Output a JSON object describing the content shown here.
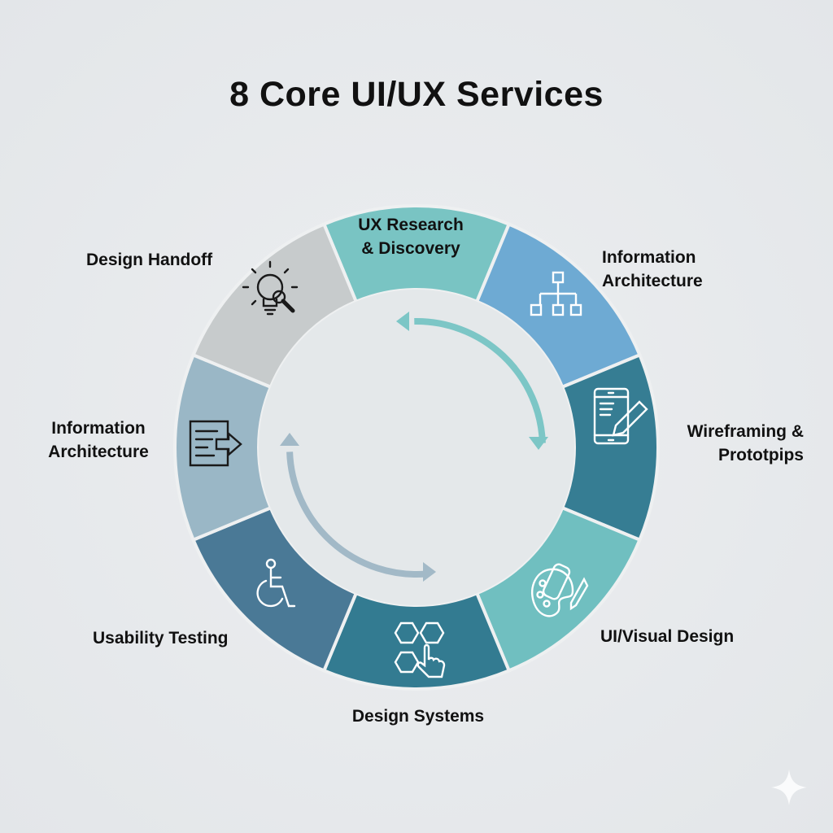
{
  "title": "8 Core UI/UX Services",
  "segments": [
    {
      "lines": [
        "UX Research",
        "& Discovery"
      ],
      "icon": "none",
      "color": "#79c4c3"
    },
    {
      "lines": [
        "Information",
        "Architecture"
      ],
      "icon": "sitemap-icon",
      "color": "#6eaad3"
    },
    {
      "lines": [
        "Wireframing &",
        "Prototpips"
      ],
      "icon": "phone-pencil-icon",
      "color": "#367d93"
    },
    {
      "lines": [
        "UI/Visual Design"
      ],
      "icon": "palette-brush-icon",
      "color": "#70bfc0"
    },
    {
      "lines": [
        "Design Systems"
      ],
      "icon": "hexagons-pointer-icon",
      "color": "#337b91"
    },
    {
      "lines": [
        "Usability Testing"
      ],
      "icon": "accessibility-icon",
      "color": "#4a7996"
    },
    {
      "lines": [
        "Information",
        "Architecture"
      ],
      "icon": "document-export-icon",
      "color": "#9ab7c6"
    },
    {
      "lines": [
        "Design Handoff"
      ],
      "icon": "lightbulb-search-icon",
      "color": "#c7cbcc"
    }
  ],
  "arrow_colors": {
    "teal": "#7cc6c6",
    "slate": "#a2b9c7"
  }
}
